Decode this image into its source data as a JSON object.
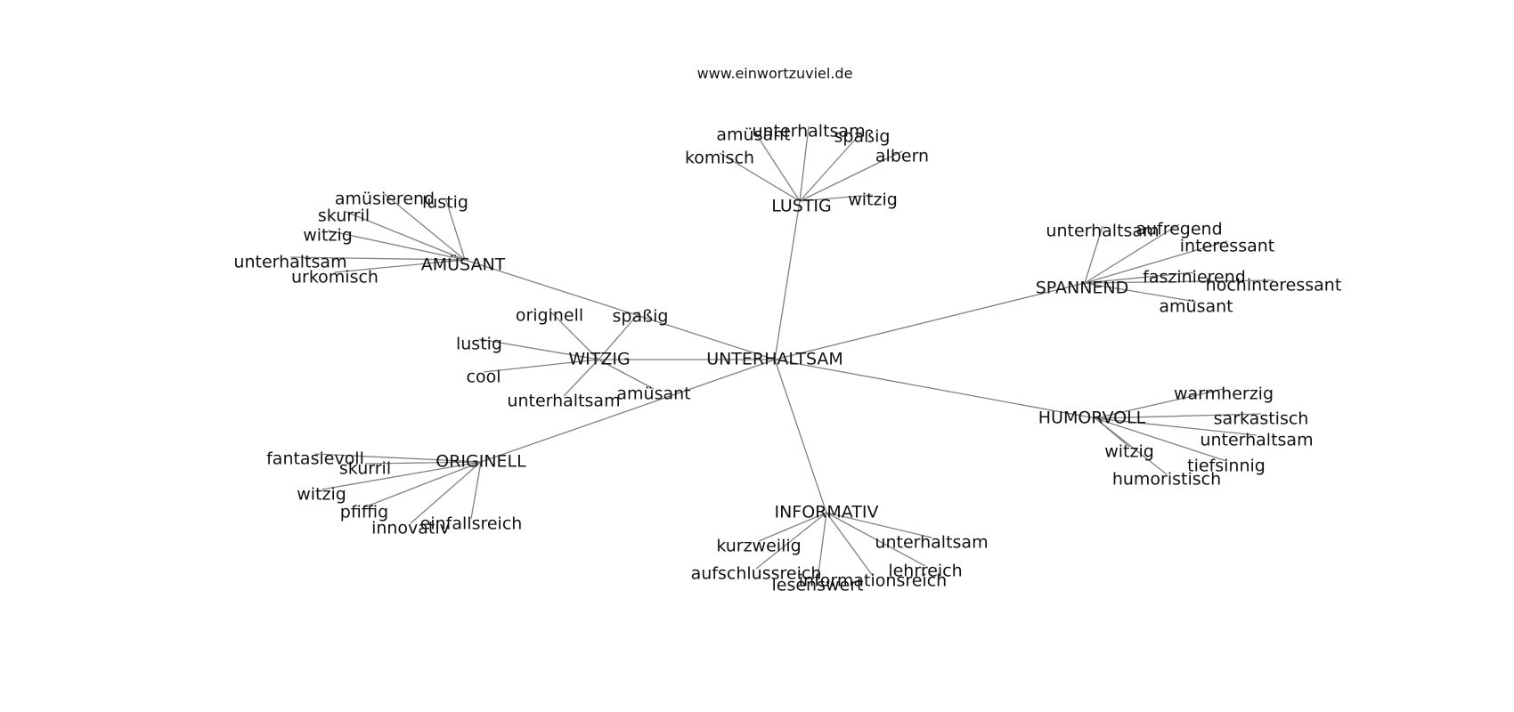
{
  "header": {
    "site": "www.einwortzuviel.de"
  },
  "graph": {
    "center": "UNTERHALTSAM",
    "hubs": [
      {
        "id": "lustig",
        "label": "LUSTIG",
        "words": [
          "amüsant",
          "unterhaltsam",
          "spaßig",
          "komisch",
          "albern",
          "witzig"
        ]
      },
      {
        "id": "amuesant",
        "label": "AMÜSANT",
        "words": [
          "amüsierend",
          "lustig",
          "skurril",
          "witzig",
          "unterhaltsam",
          "urkomisch"
        ]
      },
      {
        "id": "spannend",
        "label": "SPANNEND",
        "words": [
          "unterhaltsam",
          "aufregend",
          "interessant",
          "faszinierend",
          "hochinteressant",
          "amüsant"
        ]
      },
      {
        "id": "witzig",
        "label": "WITZIG",
        "words": [
          "originell",
          "spaßig",
          "lustig",
          "cool",
          "unterhaltsam",
          "amüsant"
        ]
      },
      {
        "id": "humorvoll",
        "label": "HUMORVOLL",
        "words": [
          "warmherzig",
          "sarkastisch",
          "unterhaltsam",
          "witzig",
          "tiefsinnig",
          "humoristisch"
        ]
      },
      {
        "id": "originell",
        "label": "ORIGINELL",
        "words": [
          "fantasievoll",
          "skurril",
          "witzig",
          "pfiffig",
          "innovativ",
          "einfallsreich"
        ]
      },
      {
        "id": "informativ",
        "label": "INFORMATIV",
        "words": [
          "kurzweilig",
          "unterhaltsam",
          "aufschlussreich",
          "lehrreich",
          "informationsreich",
          "lesenswert"
        ]
      }
    ]
  }
}
